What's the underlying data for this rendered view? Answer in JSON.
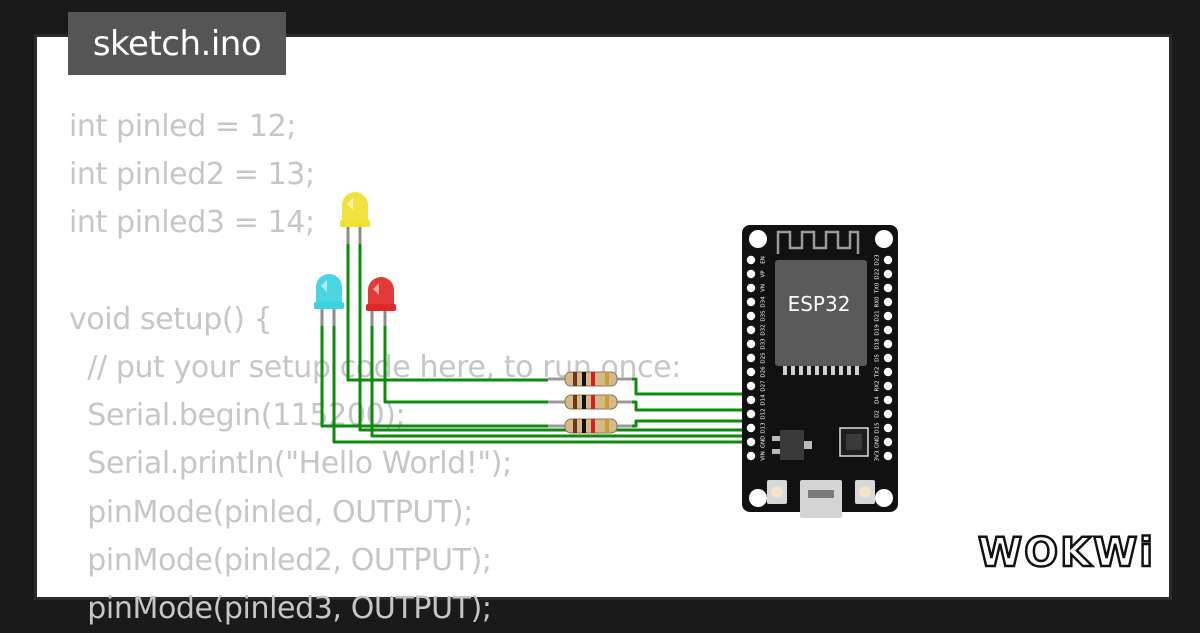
{
  "tab": {
    "filename": "sketch.ino"
  },
  "code": {
    "lines": [
      "int pinled = 12;",
      "int pinled2 = 13;",
      "int pinled3 = 14;",
      "",
      "void setup() {",
      "  // put your setup code here, to run once:",
      "  Serial.begin(115200);",
      "  Serial.println(\"Hello World!\");",
      "  pinMode(pinled, OUTPUT);",
      "  pinMode(pinled2, OUTPUT);",
      "  pinMode(pinled3, OUTPUT);"
    ]
  },
  "board": {
    "chip_label": "ESP32",
    "left_pins": [
      "EN",
      "VP",
      "VN",
      "D34",
      "D35",
      "D32",
      "D33",
      "D25",
      "D26",
      "D27",
      "D14",
      "D12",
      "D13",
      "GND",
      "VIN"
    ],
    "right_pins": [
      "D23",
      "D22",
      "TX0",
      "RX0",
      "D21",
      "D19",
      "D18",
      "D5",
      "TX2",
      "RX2",
      "D4",
      "D2",
      "D15",
      "GND",
      "3V3"
    ]
  },
  "leds": [
    {
      "name": "yellow",
      "color": "#f0e030"
    },
    {
      "name": "cyan",
      "color": "#3ad3e0"
    },
    {
      "name": "red",
      "color": "#e02828"
    }
  ],
  "wire_color": "#0f8a0f",
  "logo": {
    "text": "WOKWi"
  }
}
